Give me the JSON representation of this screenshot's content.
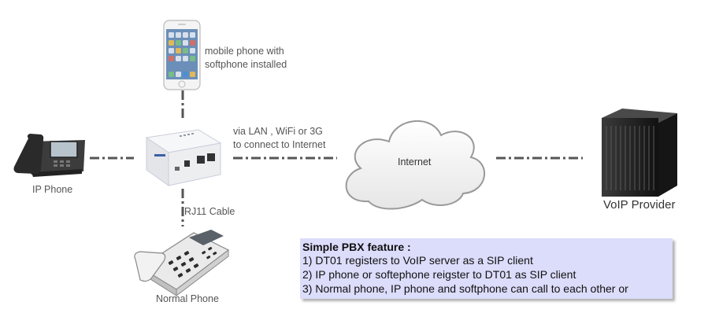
{
  "labels": {
    "mobile_line1": "mobile phone with",
    "mobile_line2": "softphone installed",
    "via_line1": "via LAN , WiFi or 3G",
    "via_line2": "to connect to Internet",
    "internet": "Internet",
    "voip_provider": "VoIP Provider",
    "ip_phone": "IP Phone",
    "rj11": "RJ11 Cable",
    "normal_phone": "Normal Phone"
  },
  "note": {
    "title": "Simple PBX feature :",
    "lines": [
      "1) DT01 registers to VoIP server as a SIP client",
      "2) IP phone or softephone reigster to DT01 as SIP client",
      "3) Normal phone, IP phone and softphone can call to each other or"
    ]
  },
  "colors": {
    "note_bg": "#dcdcfb",
    "connector": "#555555",
    "server": "#1e1e1e"
  },
  "icons": [
    "smartphone-icon",
    "ip-phone-icon",
    "gateway-device-icon",
    "cloud-icon",
    "server-icon",
    "desk-phone-icon"
  ]
}
